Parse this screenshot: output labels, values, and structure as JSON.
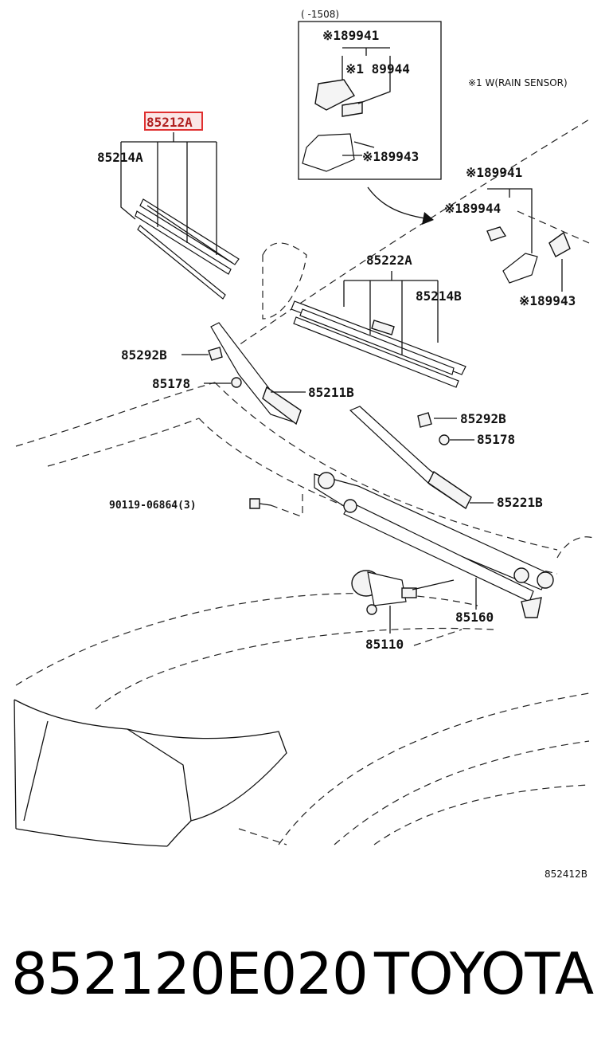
{
  "diagram": {
    "bracket_range": "(      -1508)",
    "rain_sensor_note": "※1 W(RAIN SENSOR)",
    "figure_code": "852412B",
    "labels": {
      "p85212A": "85212A",
      "p85214A": "85214A",
      "p85222A": "85222A",
      "p85214B": "85214B",
      "p85292B_left": "85292B",
      "p85178_left": "85178",
      "p85211B": "85211B",
      "p85292B_right": "85292B",
      "p85178_right": "85178",
      "p90119": "90119-06864(3)",
      "p85221B": "85221B",
      "p85160": "85160",
      "p85110": "85110",
      "box_89941": "※189941",
      "box_89944": "※1 89944",
      "box_89943": "※189943",
      "right_89941": "※189941",
      "right_89944": "※189944",
      "right_89943": "※189943"
    },
    "highlight_color": "#e03030"
  },
  "footer": {
    "part_number": "852120E020",
    "brand": "TOYOTA"
  }
}
